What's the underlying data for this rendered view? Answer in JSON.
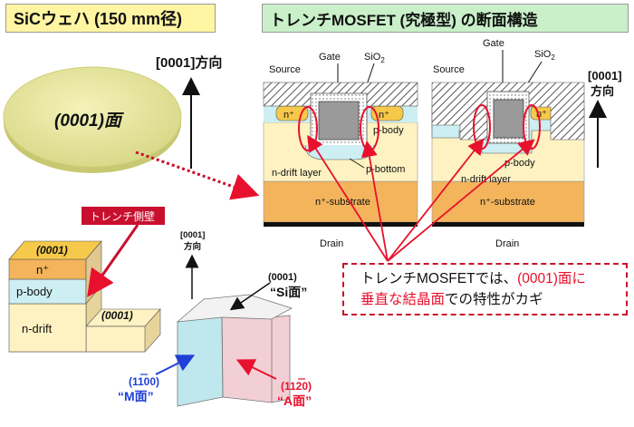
{
  "titles": {
    "left": "SiCウェハ (150 mm径)",
    "right": "トレンチMOSFET (究極型) の断面構造"
  },
  "wafer": {
    "face_label": "(0001)面"
  },
  "direction_labels": {
    "top": "[0001]方向",
    "right_bracket": "[0001]",
    "right_word": "方向",
    "small_bracket": "[0001]",
    "small_word": "方向"
  },
  "sidewall_tag": "トレンチ側壁",
  "block": {
    "top_face": "(0001)",
    "lower_face": "(0001)",
    "layers": [
      "n⁺",
      "p-body",
      "n-drift"
    ]
  },
  "crystal": {
    "top_face": "(0001)",
    "top_name": "“Si面”",
    "left_face": "(1100)",
    "left_name": "“M面”",
    "right_face": "(1120)",
    "right_name": "“A面”"
  },
  "mosfet": {
    "source": "Source",
    "gate": "Gate",
    "sio2": "SiO",
    "sio2_sub": "2",
    "nplus": "n⁺",
    "pbody": "p-body",
    "pbottom": "p-bottom",
    "ndrift": "n-drift layer",
    "substrate": "n⁺-substrate",
    "drain": "Drain"
  },
  "callout": {
    "line1_pre": "トレンチMOSFETでは、",
    "line1_red": "(0001)面に",
    "line2_red": "垂直な結晶面",
    "line2_post": "での特性がカギ"
  },
  "colors": {
    "title_left_bg": "#fff5a3",
    "title_right_bg": "#c9f0c9",
    "accent_red": "#e8112d",
    "m_face_blue": "#1f3fd6",
    "substrate": "#f3b45c",
    "drift": "#fff2c2",
    "nplus": "#f7c94a",
    "pbody": "#cdeef2",
    "gate": "#9a9a9a"
  }
}
